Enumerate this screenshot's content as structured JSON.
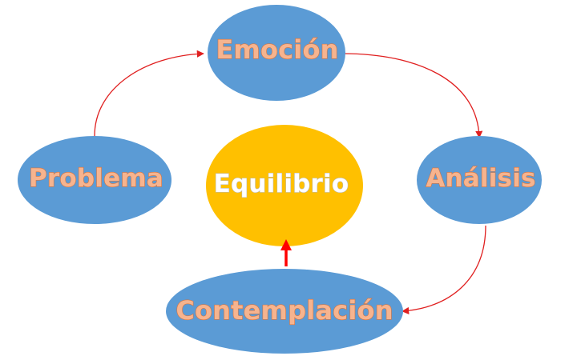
{
  "nodes": {
    "emocion": "Emoción",
    "analisis": "Análisis",
    "contemplacion": "Contemplación",
    "problema": "Problema",
    "equilibrio": "Equilibrio"
  },
  "colors": {
    "cycle_node_fill": "#5b9bd5",
    "center_node_fill": "#ffc000",
    "cycle_label_fill": "#f6b48f",
    "cycle_label_outline": "#d9743e",
    "center_label_fill": "#ffffff",
    "connector": "#e02020",
    "center_arrow": "#ff0000"
  }
}
